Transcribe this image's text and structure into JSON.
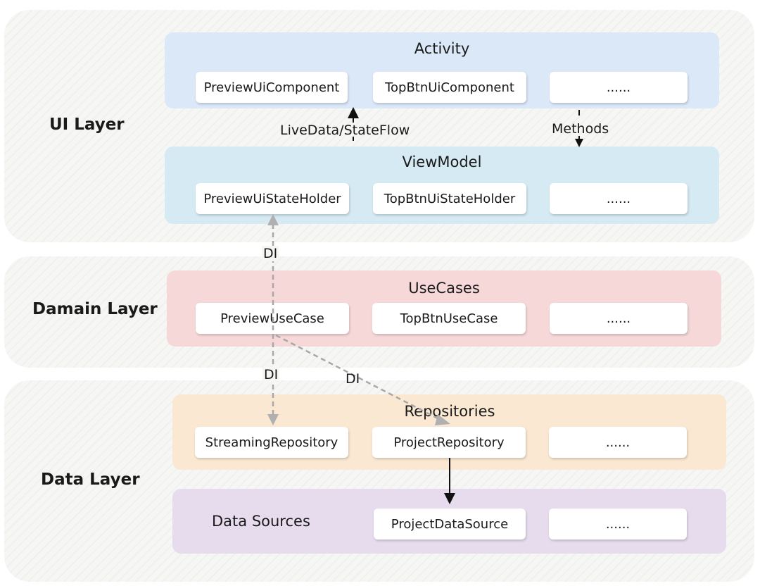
{
  "layers": [
    {
      "label": "UI Layer"
    },
    {
      "label": "Damain Layer"
    },
    {
      "label": "Data Layer"
    }
  ],
  "panels": [
    {
      "title": "Activity",
      "color": "#dbe8f8",
      "items": [
        "PreviewUiComponent",
        "TopBtnUiComponent",
        "......"
      ]
    },
    {
      "title": "ViewModel",
      "color": "#d6eaf4",
      "items": [
        "PreviewUiStateHolder",
        "TopBtnUiStateHolder",
        "......"
      ]
    },
    {
      "title": "UseCases",
      "color": "#f6d8d8",
      "items": [
        "PreviewUseCase",
        "TopBtnUseCase",
        "......"
      ]
    },
    {
      "title": "Repositories",
      "color": "#fbe8d2",
      "items": [
        "StreamingRepository",
        "ProjectRepository",
        "......"
      ]
    },
    {
      "title": "Data Sources",
      "color": "#e6dcee",
      "items": [
        "ProjectDataSource",
        "......"
      ]
    }
  ],
  "arrow_labels": {
    "livedata": "LiveData/StateFlow",
    "methods": "Methods",
    "di_viewmodel": "DI",
    "di_streaming": "DI",
    "di_project": "DI"
  }
}
